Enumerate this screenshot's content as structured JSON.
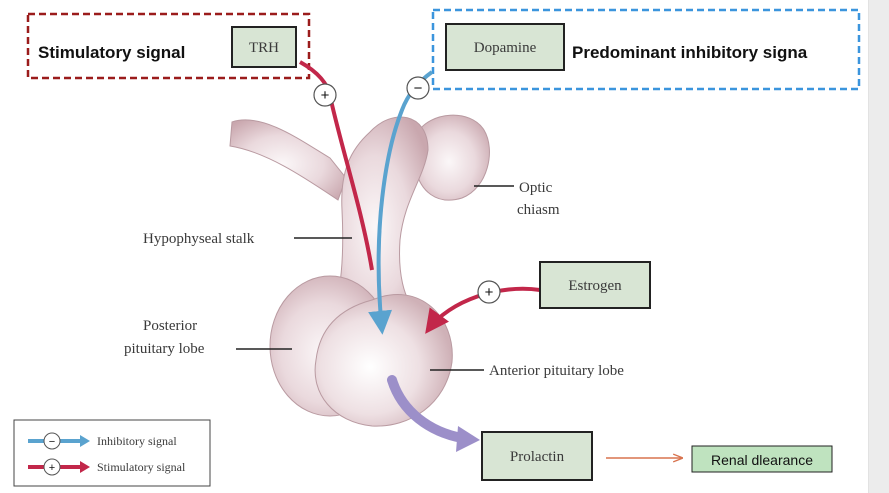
{
  "signals": {
    "stimulatory_label": "Stimulatory signal",
    "inhibitory_label": "Predominant inhibitory signa"
  },
  "boxes": {
    "trh": "TRH",
    "dopamine": "Dopamine",
    "estrogen": "Estrogen",
    "prolactin": "Prolactin",
    "renal": "Renal dlearance"
  },
  "labels": {
    "optic_1": "Optic",
    "optic_2": "chiasm",
    "stalk": "Hypophyseal stalk",
    "posterior_1": "Posterior",
    "posterior_2": "pituitary lobe",
    "anterior": "Anterior pituitary lobe"
  },
  "symbols": {
    "plus": "+",
    "minus": "−"
  },
  "legend": {
    "inhibitory": "Inhibitory signal",
    "stimulatory": "Stimulatory signal"
  },
  "colors": {
    "stimulatory": "#c2274a",
    "inhibitory": "#5aa3cf",
    "box_fill": "#d8e5d4",
    "renal_fill": "#bfe3bf",
    "gland": "#e9d7db",
    "red_dash": "#9b1c1c",
    "blue_dash": "#3b95dd"
  }
}
